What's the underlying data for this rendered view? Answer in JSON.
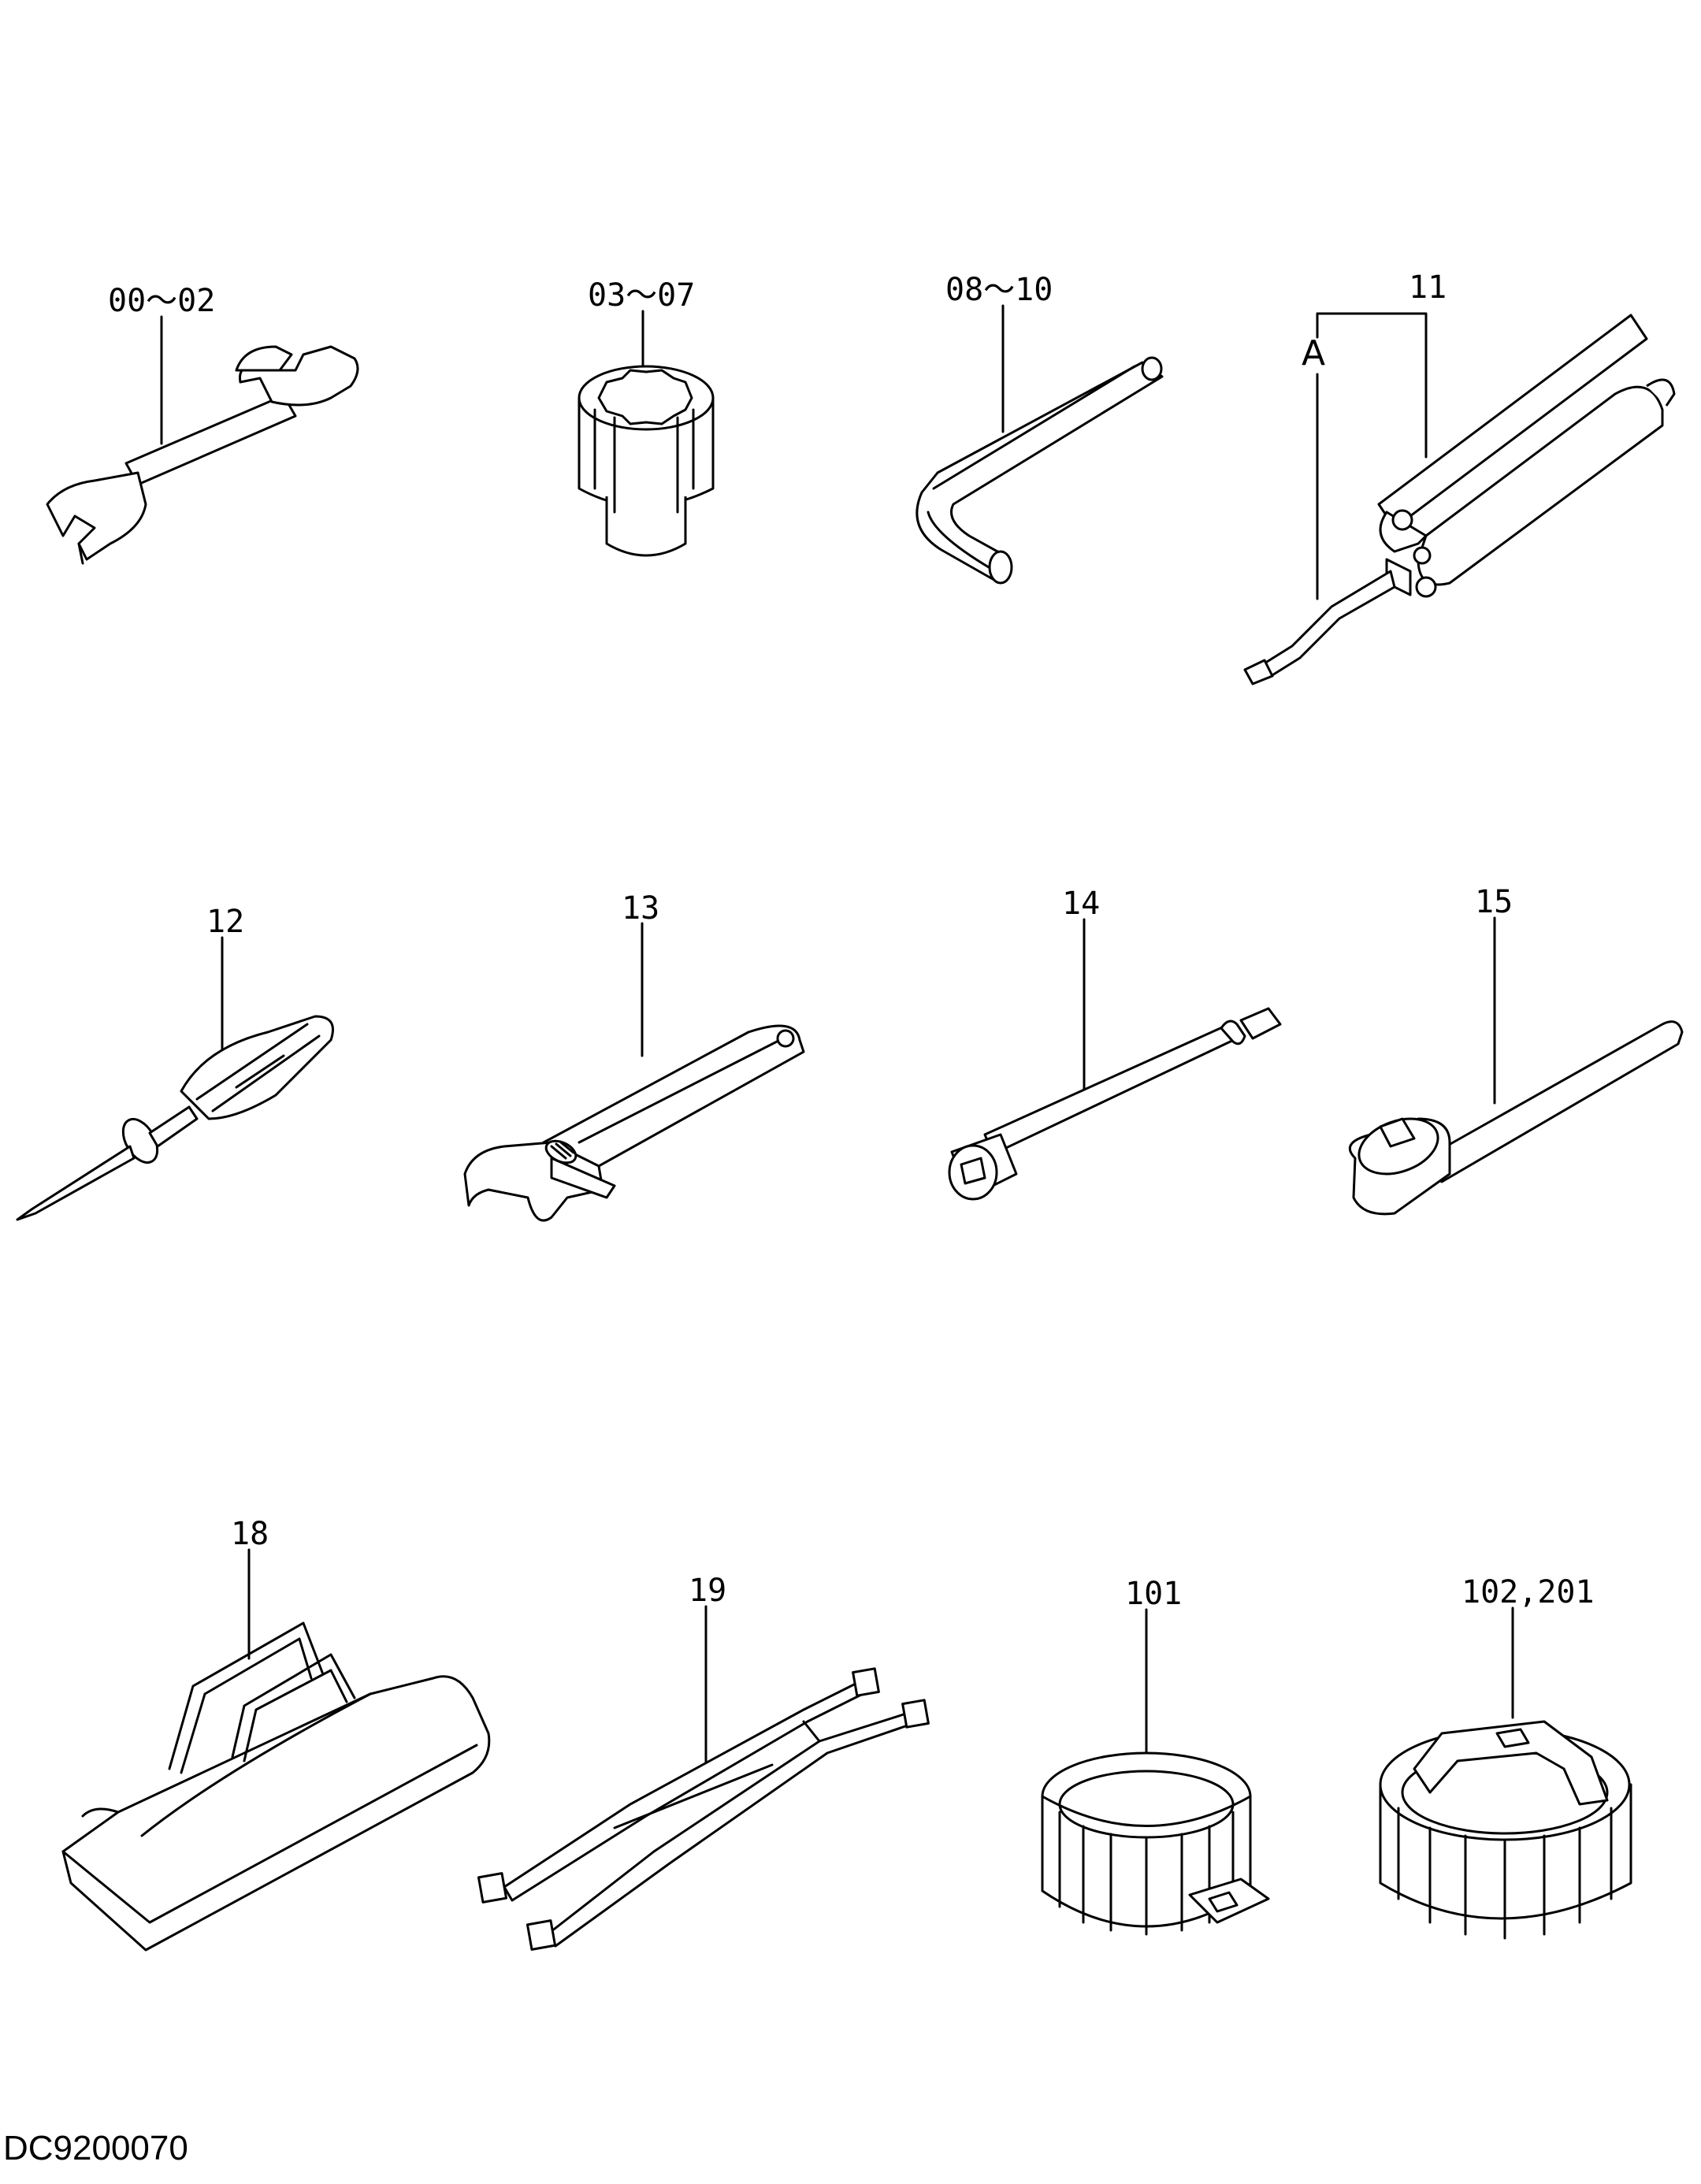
{
  "items": {
    "wrench": "00～02",
    "socket": "03～07",
    "hex_key": "08～10",
    "grease_gun": "11",
    "grease_gun_sub": "A",
    "screwdriver": "12",
    "adjustable_wrench": "13",
    "extension_bar": "14",
    "ratchet": "15",
    "tool_bag": "18",
    "strap": "19",
    "filter_wrench_band": "101",
    "filter_wrench_cap": "102,201"
  },
  "drawing_code": "DC9200070"
}
